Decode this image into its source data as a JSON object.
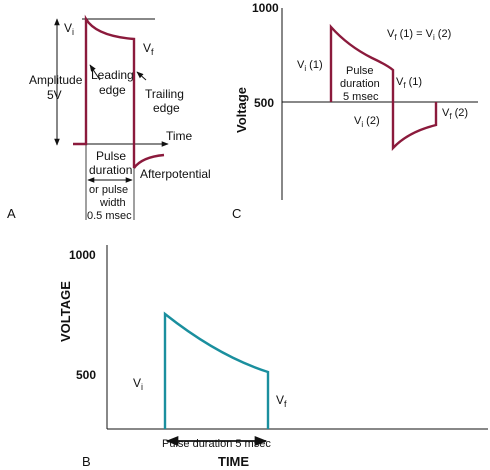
{
  "panel_a": {
    "letter": "A",
    "vi": "V",
    "vi_sub": "i",
    "vf": "V",
    "vf_sub": "f",
    "amplitude_line1": "Amplitude",
    "amplitude_line2": "5V",
    "leading_line1": "Leading",
    "leading_line2": "edge",
    "trailing_line1": "Trailing",
    "trailing_line2": "edge",
    "time": "Time",
    "pulse_line1": "Pulse",
    "pulse_line2": "duration",
    "pulse_line3": "or pulse",
    "pulse_line4": "width",
    "pulse_line5": "0.5 msec",
    "afterpotential": "Afterpotential",
    "color": "#8b1a3c"
  },
  "panel_b": {
    "letter": "B",
    "ylabel": "VOLTAGE",
    "xlabel": "TIME",
    "tick_1000": "1000",
    "tick_500": "500",
    "vi": "V",
    "vi_sub": "i",
    "vf": "V",
    "vf_sub": "f",
    "duration": "Pulse duration 5 msec",
    "color": "#1a8f9e"
  },
  "panel_c": {
    "letter": "C",
    "ylabel": "Voltage",
    "tick_1000": "1000",
    "tick_500": "500",
    "eq_left": "V",
    "eq_left_sub": "f",
    "eq_mid": " (1) = V",
    "eq_right_sub": "i",
    "eq_end": " (2)",
    "vi1": "V",
    "vi1_sub": "i",
    "vi1_tail": " (1)",
    "vf1": "V",
    "vf1_sub": "f",
    "vf1_tail": " (1)",
    "vi2": "V",
    "vi2_sub": "i",
    "vi2_tail": " (2)",
    "vf2": "V",
    "vf2_sub": "f",
    "vf2_tail": " (2)",
    "pulse_line1": "Pulse",
    "pulse_line2": "duration",
    "pulse_line3": "5 msec",
    "color": "#8b1a3c"
  }
}
